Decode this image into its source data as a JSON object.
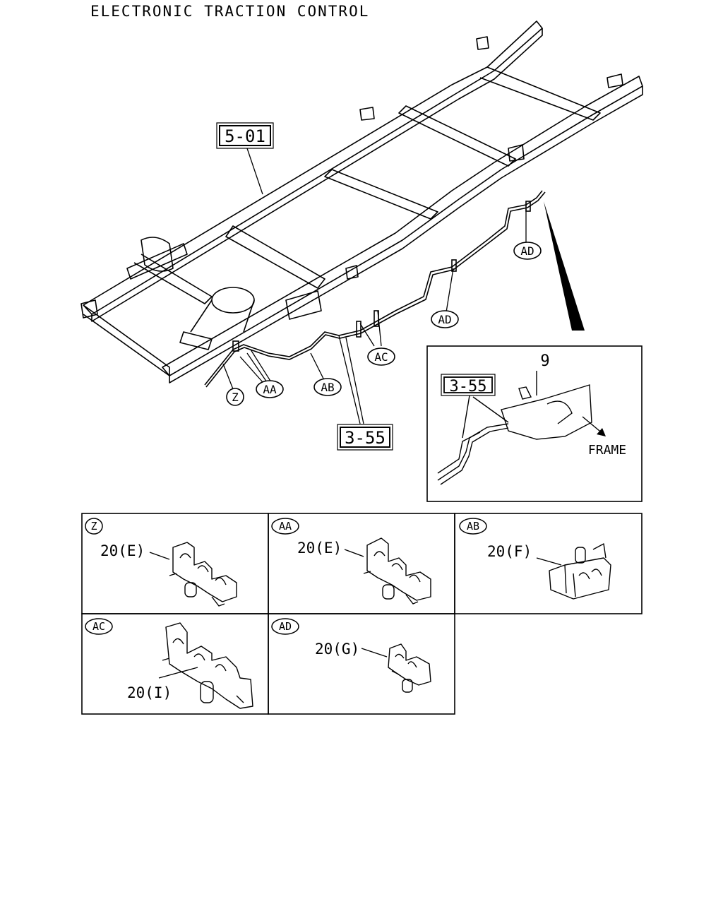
{
  "title": "ELECTRONIC TRACTION CONTROL",
  "main": {
    "frame_ref": "5-01",
    "pipe_ref": "3-55",
    "callouts": [
      "Z",
      "AA",
      "AB",
      "AC",
      "AD",
      "AD"
    ]
  },
  "inset": {
    "pipe_ref": "3-55",
    "bolt_no": "9",
    "direction_label": "FRAME"
  },
  "panels": [
    {
      "code": "Z",
      "part": "20(E)"
    },
    {
      "code": "AA",
      "part": "20(E)"
    },
    {
      "code": "AB",
      "part": "20(F)"
    },
    {
      "code": "AC",
      "part": "20(I)"
    },
    {
      "code": "AD",
      "part": "20(G)"
    }
  ]
}
